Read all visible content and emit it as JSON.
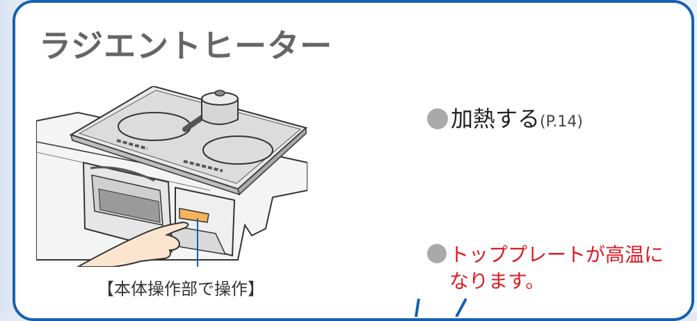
{
  "title": "ラジエントヒーター",
  "caption": "【本体操作部で操作】",
  "items": {
    "heat": {
      "label": "加熱する",
      "ref": "(P.14)"
    },
    "warning": {
      "line1": "トッププレートが高温に",
      "line2": "なります。"
    }
  },
  "icons": {
    "bullet": "circle-bullet-icon",
    "illustration": "radiant-heater-cooktop-icon"
  },
  "colors": {
    "frame": "#1660b2",
    "title": "#666666",
    "warning": "#dd1a21",
    "bullet": "#a9a9a9"
  }
}
